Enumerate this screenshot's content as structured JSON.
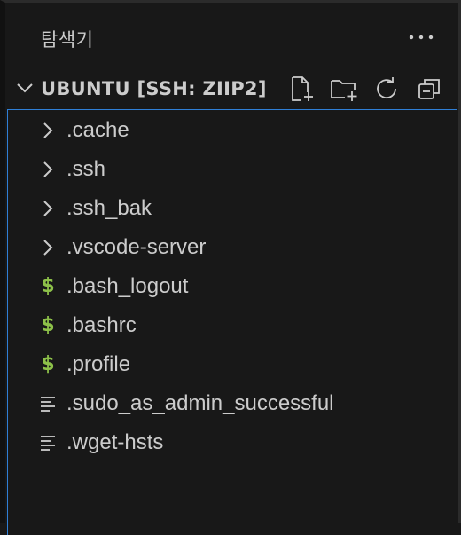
{
  "explorer": {
    "title": "탐색기",
    "more_label": "···"
  },
  "section": {
    "title": "UBUNTU [SSH: ZIIP2]",
    "actions": [
      "new-file-icon",
      "new-folder-icon",
      "refresh-icon",
      "collapse-all-icon"
    ]
  },
  "tree": {
    "items": [
      {
        "label": ".cache",
        "kind": "folder",
        "icon": "chevron-right-icon"
      },
      {
        "label": ".ssh",
        "kind": "folder",
        "icon": "chevron-right-icon"
      },
      {
        "label": ".ssh_bak",
        "kind": "folder",
        "icon": "chevron-right-icon"
      },
      {
        "label": ".vscode-server",
        "kind": "folder",
        "icon": "chevron-right-icon"
      },
      {
        "label": ".bash_logout",
        "kind": "shell",
        "icon": "dollar-icon",
        "glyph": "$"
      },
      {
        "label": ".bashrc",
        "kind": "shell",
        "icon": "dollar-icon",
        "glyph": "$"
      },
      {
        "label": ".profile",
        "kind": "shell",
        "icon": "dollar-icon",
        "glyph": "$"
      },
      {
        "label": ".sudo_as_admin_successful",
        "kind": "text",
        "icon": "lines-icon"
      },
      {
        "label": ".wget-hsts",
        "kind": "text",
        "icon": "lines-icon"
      }
    ]
  },
  "colors": {
    "background": "#181818",
    "text": "#cccccc",
    "focus_border": "#2f7fd6",
    "shell_icon": "#8dc149"
  }
}
